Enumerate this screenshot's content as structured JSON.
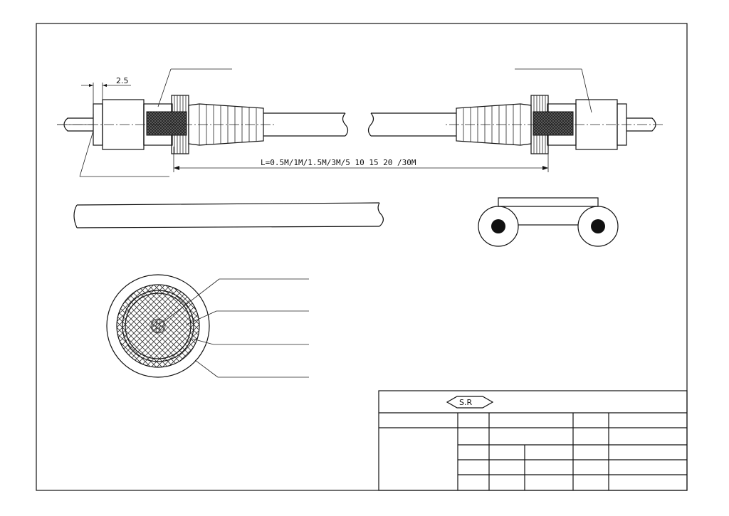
{
  "dimensions": {
    "pin_offset": "2.5",
    "cable_length": "L=0.5M/1M/1.5M/3M/5  10  15  20 /30M"
  },
  "title_block": {
    "logo": "S.R"
  },
  "colors": {
    "ink": "#111111",
    "paper": "#ffffff",
    "shield_fill": "#333333"
  }
}
